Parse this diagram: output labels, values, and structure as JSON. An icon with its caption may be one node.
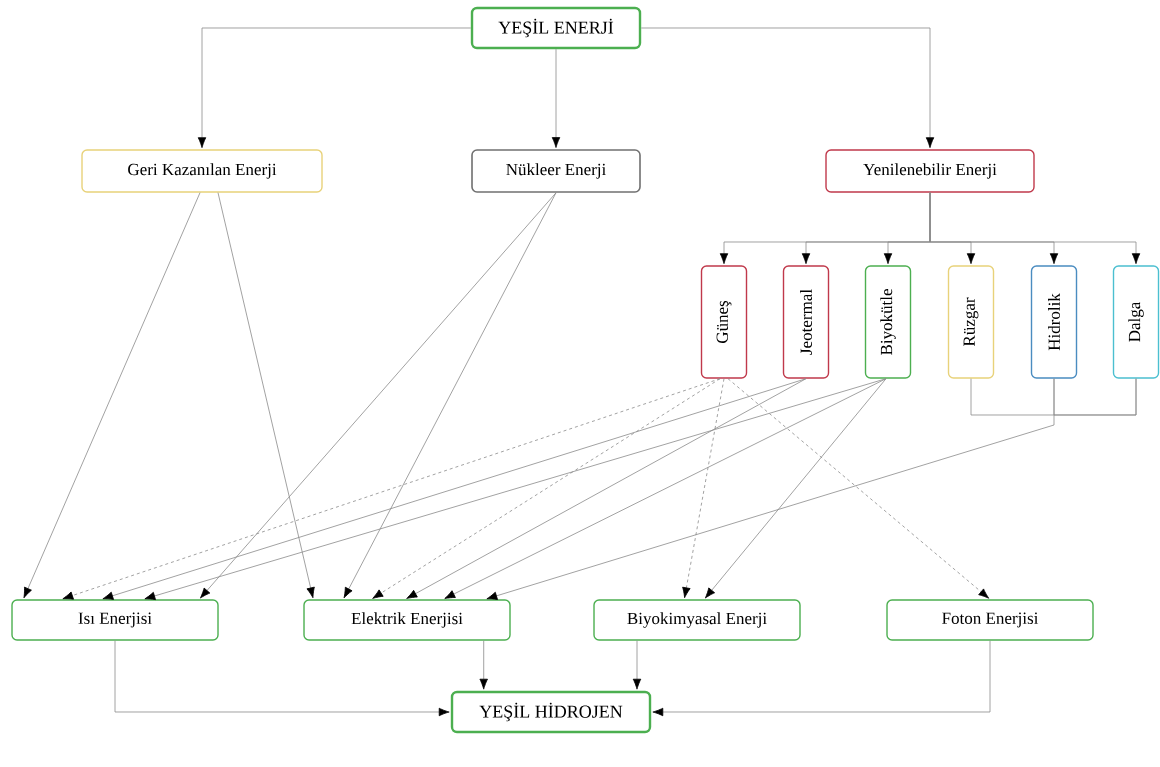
{
  "diagram": {
    "nodes": [
      {
        "text": [
          "YEŞİL ENERJİ"
        ]
      },
      {
        "text": [
          "Geri Kazanılan Enerji"
        ]
      },
      {
        "text": [
          "Nükleer Enerji"
        ]
      },
      {
        "text": [
          "Yenilenebilir Enerji"
        ]
      },
      {
        "text": [
          "Güneş"
        ]
      },
      {
        "text": [
          "Jeotermal"
        ]
      },
      {
        "text": [
          "Biyokütle"
        ]
      },
      {
        "text": [
          "Rüzgar"
        ]
      },
      {
        "text": [
          "Hidrolik"
        ]
      },
      {
        "text": [
          "Dalga"
        ]
      },
      {
        "text": [
          "Isı Enerjisi"
        ]
      },
      {
        "text": [
          "Elektrik Enerjisi"
        ]
      },
      {
        "text": [
          "Biyokimyasal Enerji"
        ]
      },
      {
        "text": [
          "Foton Enerjisi"
        ]
      },
      {
        "text": [
          "YEŞİL HİDROJEN"
        ]
      }
    ],
    "edges": [
      {
        "from": 0,
        "to": 1,
        "arrow": "to"
      },
      {
        "from": 0,
        "to": 2,
        "arrow": "to"
      },
      {
        "from": 0,
        "to": 3,
        "arrow": "to"
      },
      {
        "from": 3,
        "to": 4,
        "arrow": "to"
      },
      {
        "from": 3,
        "to": 5,
        "arrow": "to"
      },
      {
        "from": 3,
        "to": 6,
        "arrow": "to"
      },
      {
        "from": 3,
        "to": 7,
        "arrow": "to"
      },
      {
        "from": 3,
        "to": 8,
        "arrow": "to"
      },
      {
        "from": 3,
        "to": 9,
        "arrow": "to"
      },
      {
        "from": 1,
        "to": 10,
        "arrow": "to"
      },
      {
        "from": 1,
        "to": 11,
        "arrow": "to"
      },
      {
        "from": 2,
        "to": 10,
        "arrow": "to"
      },
      {
        "from": 2,
        "to": 11,
        "arrow": "to"
      },
      {
        "from": 4,
        "to": 10,
        "arrow": "to",
        "style": "dashed"
      },
      {
        "from": 4,
        "to": 11,
        "arrow": "to",
        "style": "dashed"
      },
      {
        "from": 4,
        "to": 12,
        "arrow": "to",
        "style": "dashed"
      },
      {
        "from": 4,
        "to": 13,
        "arrow": "to",
        "style": "dashed"
      },
      {
        "from": 5,
        "to": 10,
        "arrow": "to"
      },
      {
        "from": 5,
        "to": 11,
        "arrow": "to"
      },
      {
        "from": 6,
        "to": 10,
        "arrow": "to"
      },
      {
        "from": 6,
        "to": 11,
        "arrow": "to"
      },
      {
        "from": 6,
        "to": 12,
        "arrow": "to"
      },
      {
        "from": 7,
        "to": 11,
        "arrow": "to"
      },
      {
        "from": 8,
        "to": 11,
        "arrow": "to"
      },
      {
        "from": 9,
        "to": 11,
        "arrow": "to"
      },
      {
        "from": 10,
        "to": 14,
        "arrow": "to"
      },
      {
        "from": 11,
        "to": 14,
        "arrow": "to"
      },
      {
        "from": 12,
        "to": 14,
        "arrow": "to"
      },
      {
        "from": 13,
        "to": 14,
        "arrow": "to"
      }
    ]
  }
}
